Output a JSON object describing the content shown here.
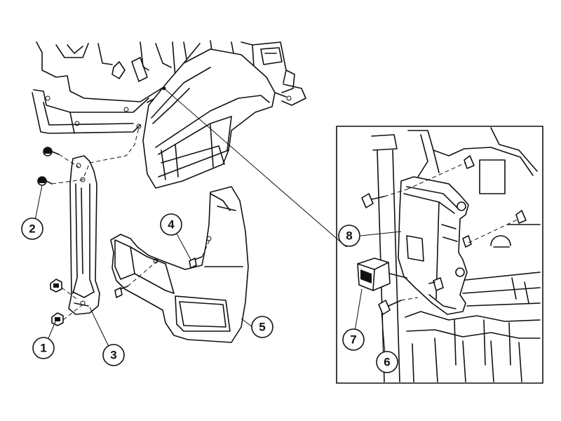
{
  "callouts": [
    {
      "id": "1",
      "label": "1"
    },
    {
      "id": "2",
      "label": "2"
    },
    {
      "id": "3",
      "label": "3"
    },
    {
      "id": "4",
      "label": "4"
    },
    {
      "id": "5",
      "label": "5"
    },
    {
      "id": "6",
      "label": "6"
    },
    {
      "id": "7",
      "label": "7"
    },
    {
      "id": "8",
      "label": "8"
    }
  ],
  "icons": [
    "bolt-icon",
    "nut-icon",
    "pin-icon"
  ],
  "colors": {
    "line": "#111111",
    "background": "#ffffff"
  }
}
